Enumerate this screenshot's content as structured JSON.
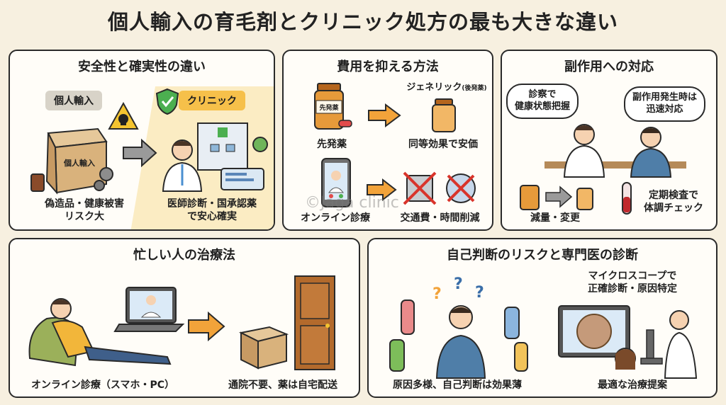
{
  "title": "個人輸入の育毛剤とクリニック処方の最も大きな違い",
  "panels": {
    "safety": {
      "title": "安全性と確実性の違い",
      "import_label": "個人輸入",
      "box_text": "個人輸入",
      "clinic_label": "クリニック",
      "import_caption_1": "偽造品・健康被害",
      "import_caption_2": "リスク大",
      "clinic_caption_1": "医師診断・国承認薬",
      "clinic_caption_2": "で安心確実"
    },
    "cost": {
      "title": "費用を抑える方法",
      "brand_bottle": "先発薬",
      "generic_label": "ジェネリック",
      "generic_note": "(後発薬)",
      "brand_caption": "先発薬",
      "generic_caption": "同等効果で安価",
      "online_caption": "オンライン診療",
      "saving_caption": "交通費・時間削減"
    },
    "side_effects": {
      "title": "副作用への対応",
      "bubble_left_1": "診察で",
      "bubble_left_2": "健康状態把握",
      "bubble_right_1": "副作用発生時は",
      "bubble_right_2": "迅速対応",
      "dose_caption": "減量・変更",
      "check_caption_1": "定期検査で",
      "check_caption_2": "体調チェック"
    },
    "busy": {
      "title": "忙しい人の治療法",
      "online_caption": "オンライン診療（スマホ・PC）",
      "delivery_caption": "通院不要、薬は自宅配送"
    },
    "diagnosis": {
      "title": "自己判断のリスクと専門医の診断",
      "scope_caption_1": "マイクロスコープで",
      "scope_caption_2": "正確診断・原因特定",
      "self_caption": "原因多様、自己判断は効果薄",
      "expert_caption": "最適な治療提案"
    }
  },
  "watermark": "©Jaga clinic",
  "colors": {
    "background": "#f7f0e0",
    "clinic_green": "#4caf50",
    "clinic_banner": "#f6c04a",
    "import_banner": "#d8d3c8",
    "arrow": "#f2a33a",
    "danger": "#f4c430",
    "cross": "#d9342b"
  }
}
